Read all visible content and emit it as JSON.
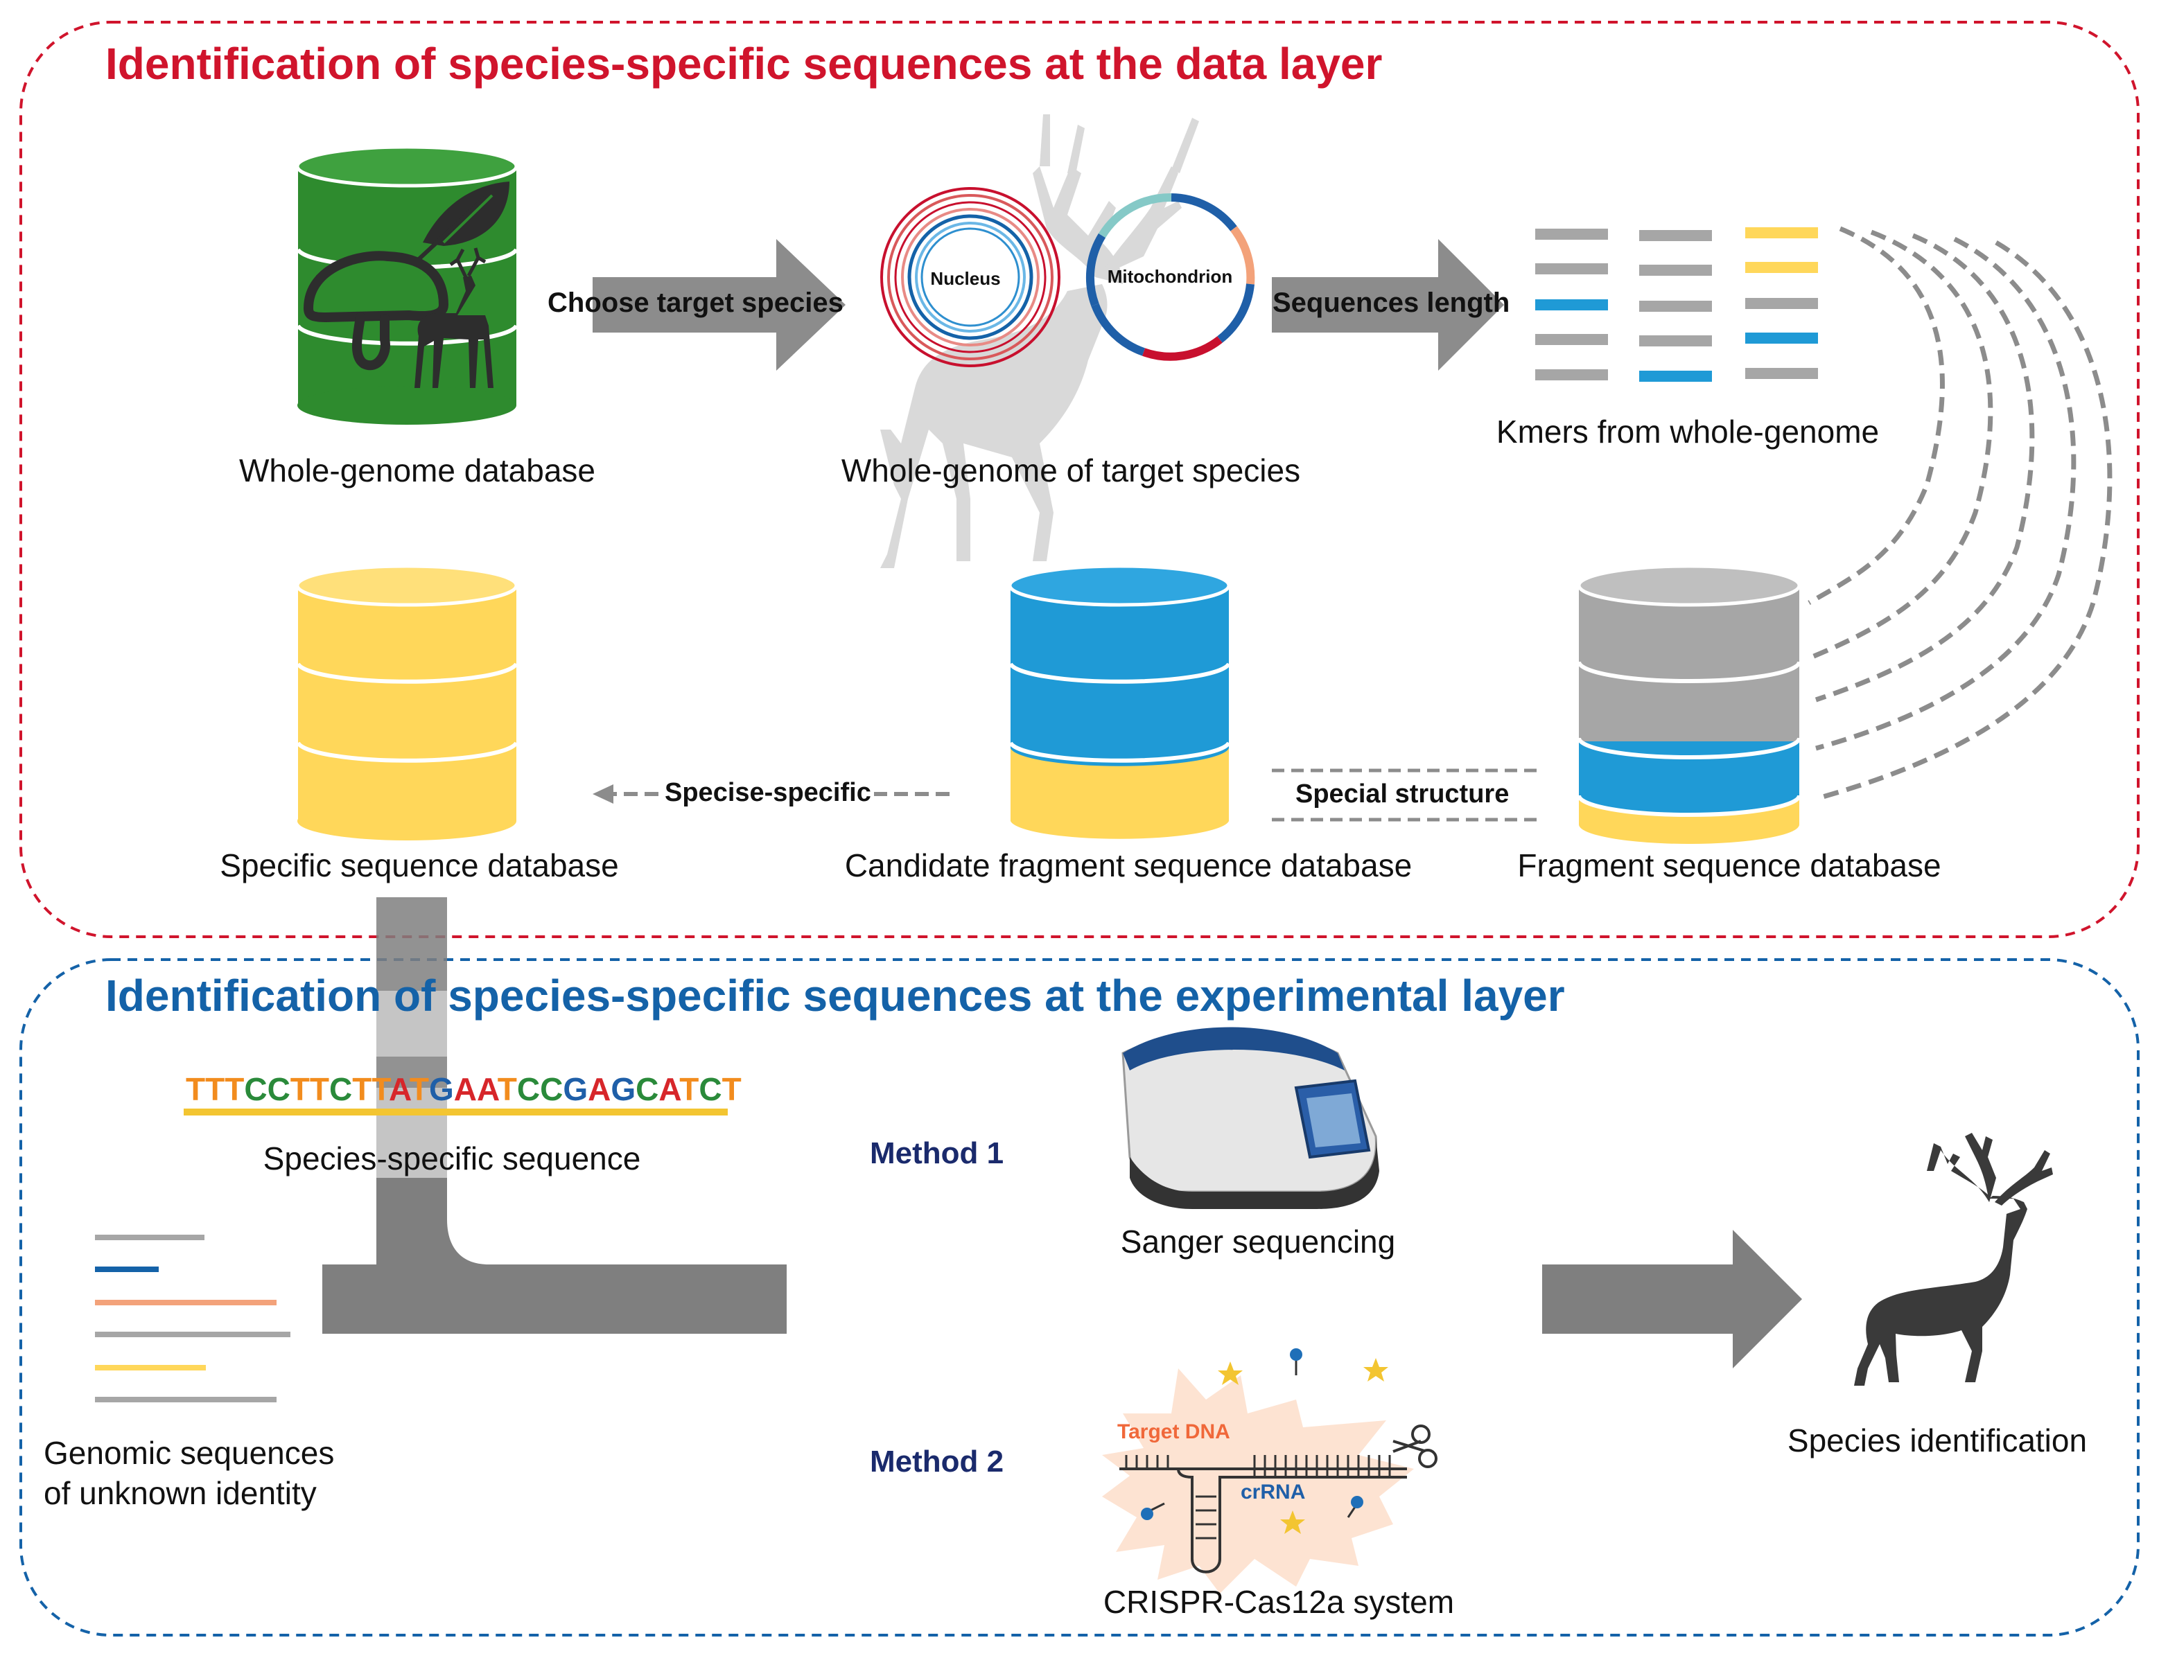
{
  "colors": {
    "data_layer": "#d0142c",
    "experimental_layer": "#1462a8",
    "green_db": "#2e8b2e",
    "yellow_db": "#ffd75a",
    "blue_db": "#1f9ad6",
    "gray_db": "#a6a6a6",
    "arrow": "#8c8c8c",
    "method": "#1a2a6c"
  },
  "sections": {
    "data_layer": {
      "title": "Identification of species-specific sequences at the data layer",
      "databases": {
        "whole_genome": "Whole-genome database",
        "target_species": "Whole-genome of target species",
        "kmers": "Kmers from whole-genome",
        "specific": "Specific sequence database",
        "candidate": "Candidate fragment sequence database",
        "fragment": "Fragment sequence database"
      },
      "arrows": {
        "choose": "Choose target species",
        "length": "Sequences length",
        "special": "Special structure",
        "specific": "Specise-specific"
      },
      "circles": {
        "nucleus": "Nucleus",
        "mitochondrion": "Mitochondrion"
      }
    },
    "experimental_layer": {
      "title": "Identification of species-specific sequences at the experimental layer",
      "sequence_caption": "Species-specific sequence",
      "unknown_caption_line1": "Genomic sequences",
      "unknown_caption_line2": "of unknown identity",
      "method1": "Method 1",
      "method2": "Method 2",
      "sanger": "Sanger sequencing",
      "crispr": "CRISPR-Cas12a system",
      "target_dna": "Target DNA",
      "crrna": "crRNA",
      "result": "Species identification"
    }
  },
  "sequence": [
    {
      "b": "T",
      "c": "#f28c1e"
    },
    {
      "b": "T",
      "c": "#f28c1e"
    },
    {
      "b": "T",
      "c": "#f28c1e"
    },
    {
      "b": "C",
      "c": "#2a8a3a"
    },
    {
      "b": "C",
      "c": "#2a8a3a"
    },
    {
      "b": "T",
      "c": "#f28c1e"
    },
    {
      "b": "T",
      "c": "#f28c1e"
    },
    {
      "b": "C",
      "c": "#2a8a3a"
    },
    {
      "b": "T",
      "c": "#f28c1e"
    },
    {
      "b": "T",
      "c": "#f28c1e"
    },
    {
      "b": "A",
      "c": "#d7262a"
    },
    {
      "b": "T",
      "c": "#f28c1e"
    },
    {
      "b": "G",
      "c": "#1f5fa8"
    },
    {
      "b": "A",
      "c": "#d7262a"
    },
    {
      "b": "A",
      "c": "#d7262a"
    },
    {
      "b": "T",
      "c": "#f28c1e"
    },
    {
      "b": "C",
      "c": "#2a8a3a"
    },
    {
      "b": "C",
      "c": "#2a8a3a"
    },
    {
      "b": "G",
      "c": "#1f5fa8"
    },
    {
      "b": "A",
      "c": "#d7262a"
    },
    {
      "b": "G",
      "c": "#1f5fa8"
    },
    {
      "b": "C",
      "c": "#2a8a3a"
    },
    {
      "b": "A",
      "c": "#d7262a"
    },
    {
      "b": "T",
      "c": "#f28c1e"
    },
    {
      "b": "C",
      "c": "#2a8a3a"
    },
    {
      "b": "T",
      "c": "#f28c1e"
    }
  ]
}
